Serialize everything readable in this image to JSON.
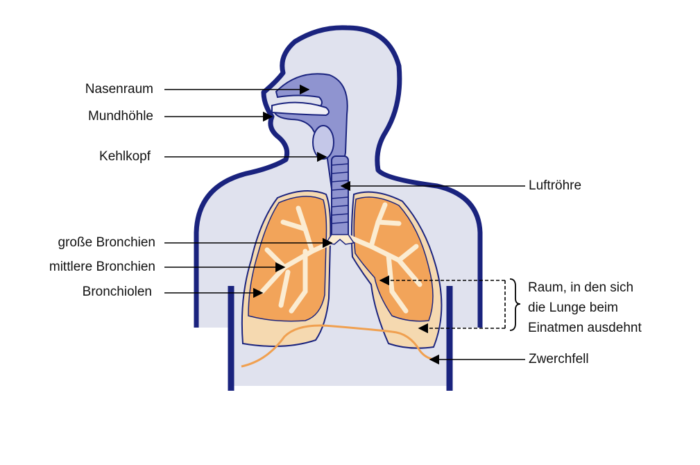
{
  "colors": {
    "outline": "#1a237e",
    "body_fill": "#e0e2ee",
    "airway_fill": "#8f94d0",
    "lung_fill": "#f2a45a",
    "lung_pale": "#f5d9b0",
    "bronchi": "#fbecd2",
    "diaphragm": "#f0a050",
    "arrow": "#000000"
  },
  "labels": {
    "nasenraum": "Nasenraum",
    "mundhoehle": "Mundhöhle",
    "kehlkopf": "Kehlkopf",
    "luftroehre": "Luftröhre",
    "grosse_bronchien": "große Bronchien",
    "mittlere_bronchien": "mittlere Bronchien",
    "bronchiolen": "Bronchiolen",
    "raum_lines": [
      "Raum, in den sich",
      "die Lunge beim",
      "Einatmen ausdehnt"
    ],
    "zwerchfell": "Zwerchfell"
  }
}
